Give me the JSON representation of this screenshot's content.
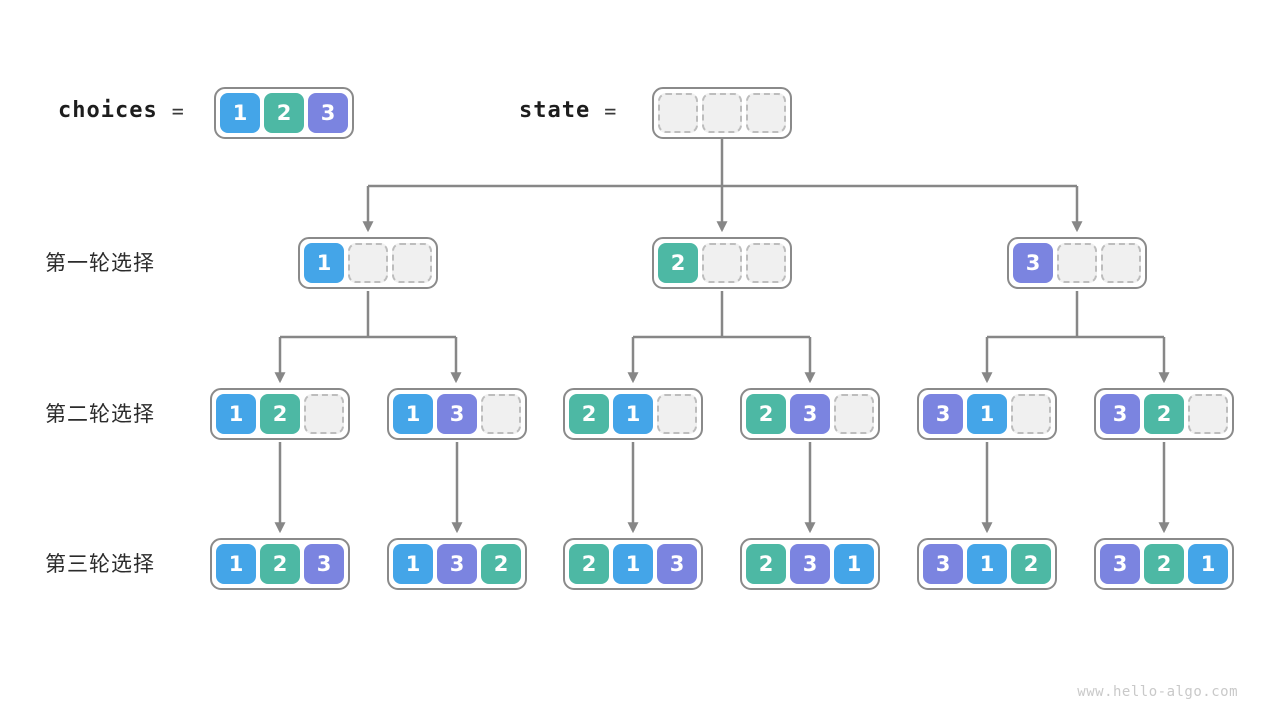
{
  "header": {
    "choices_label": "choices",
    "choices_equals": "=",
    "choices_cells": [
      "1",
      "2",
      "3"
    ],
    "state_label": "state",
    "state_equals": "=",
    "state_cells": [
      "",
      "",
      ""
    ]
  },
  "rows": [
    {
      "label": "第一轮选择",
      "nodes": [
        [
          "1",
          "",
          ""
        ],
        [
          "2",
          "",
          ""
        ],
        [
          "3",
          "",
          ""
        ]
      ]
    },
    {
      "label": "第二轮选择",
      "nodes": [
        [
          "1",
          "2",
          ""
        ],
        [
          "1",
          "3",
          ""
        ],
        [
          "2",
          "1",
          ""
        ],
        [
          "2",
          "3",
          ""
        ],
        [
          "3",
          "1",
          ""
        ],
        [
          "3",
          "2",
          ""
        ]
      ]
    },
    {
      "label": "第三轮选择",
      "nodes": [
        [
          "1",
          "2",
          "3"
        ],
        [
          "1",
          "3",
          "2"
        ],
        [
          "2",
          "1",
          "3"
        ],
        [
          "2",
          "3",
          "1"
        ],
        [
          "3",
          "1",
          "2"
        ],
        [
          "3",
          "2",
          "1"
        ]
      ]
    }
  ],
  "watermark": "www.hello-algo.com",
  "colors": {
    "value1": "#44a5e8",
    "value2": "#4db8a4",
    "value3": "#7b84e0",
    "arrow": "#878787",
    "box_border": "#8a8a8a",
    "empty_fill": "#f0f0f0"
  }
}
